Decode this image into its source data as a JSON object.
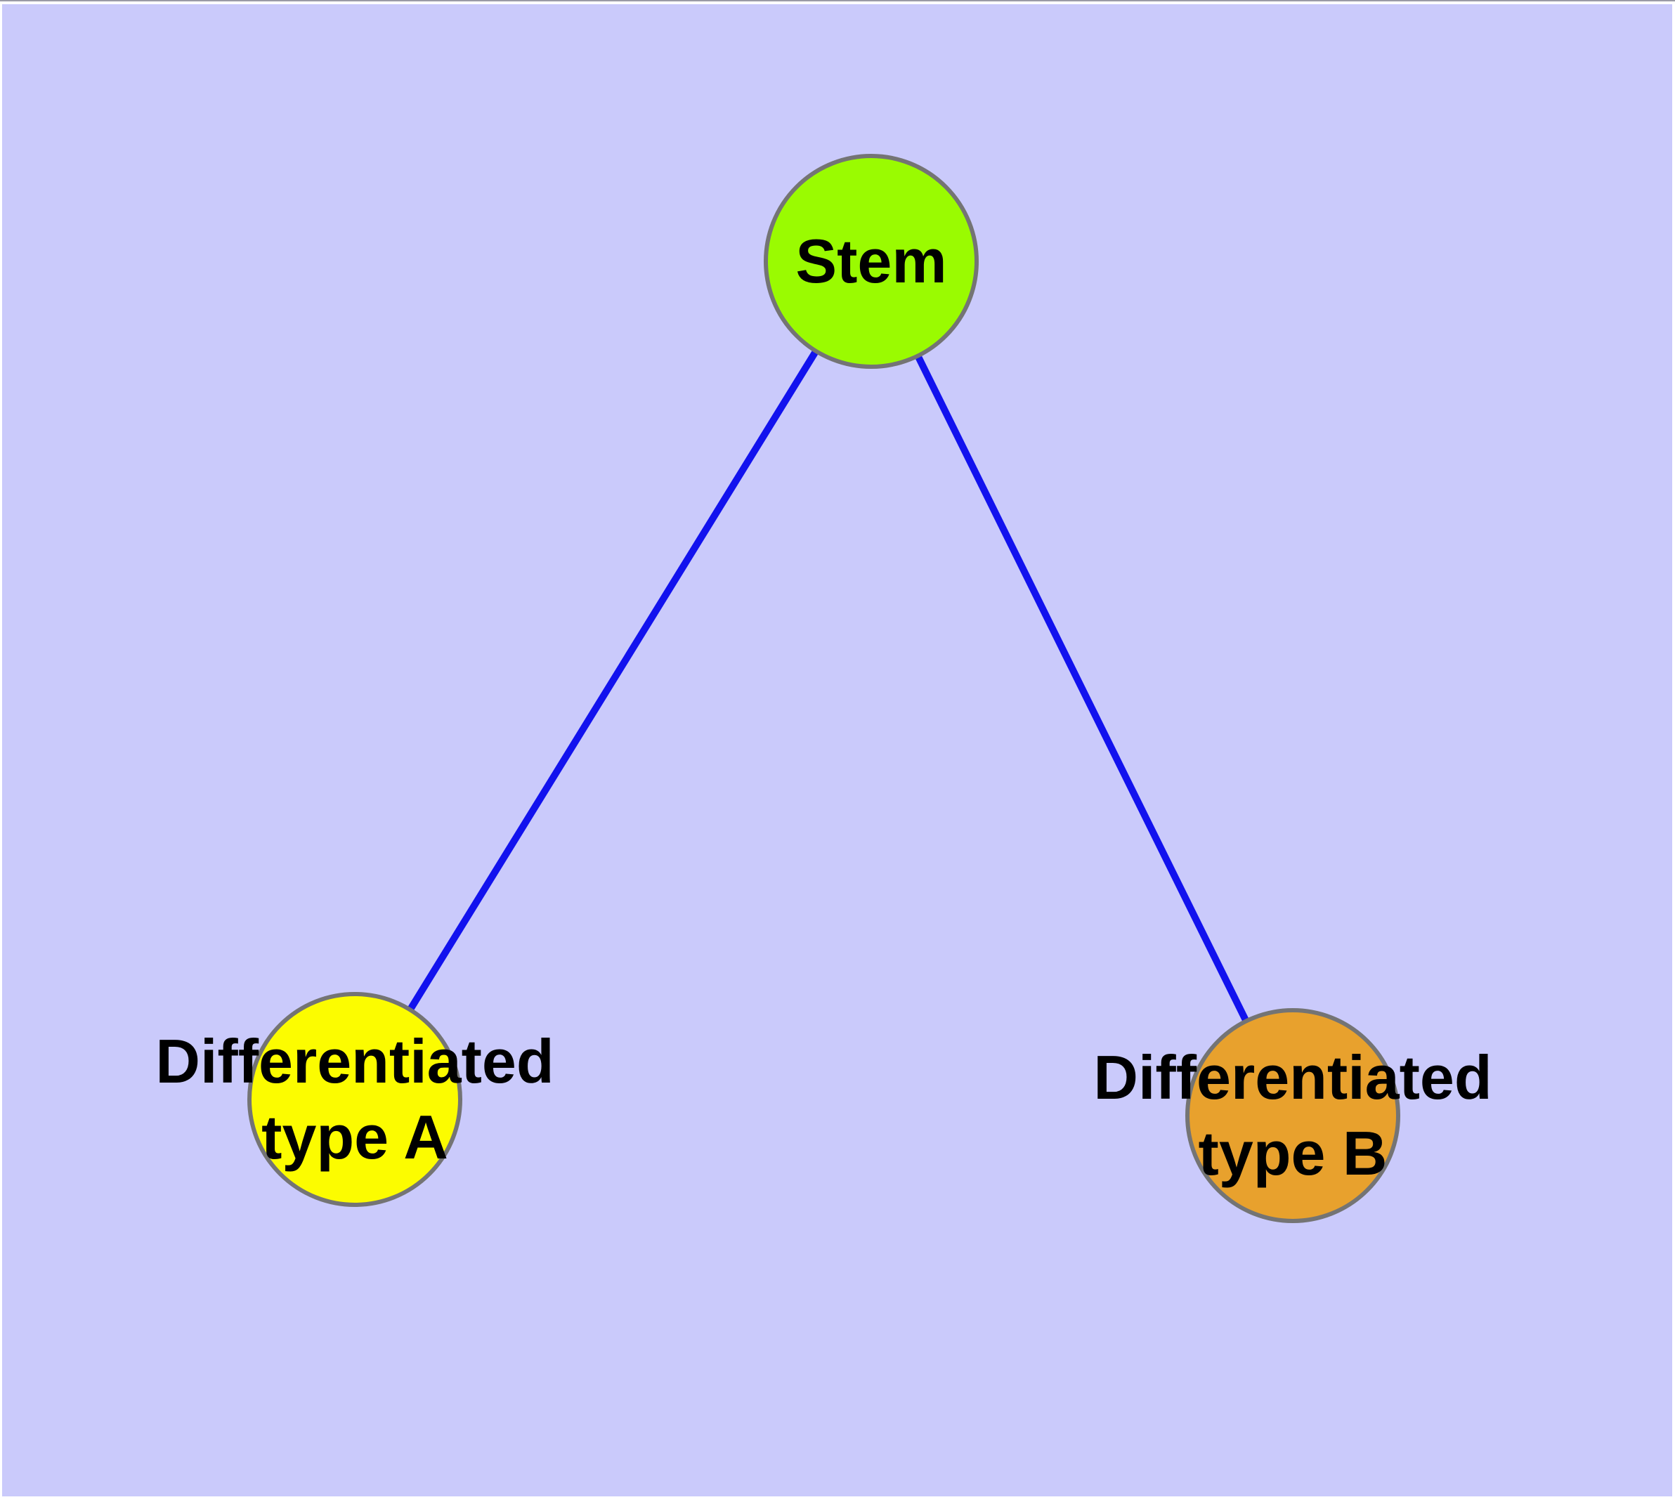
{
  "diagram": {
    "title": "",
    "background_color": "#CACAFB",
    "frame_color": "#FFFFFF",
    "edge_color": "#1212EE",
    "node_stroke_color": "#747474",
    "label_color": "#000000",
    "nodes": [
      {
        "id": "stem",
        "label": "Stem",
        "fill": "#9AFB01"
      },
      {
        "id": "differentiated-type-a",
        "label_line1": "Differentiated",
        "label_line2": "type A",
        "fill": "#FCFC00"
      },
      {
        "id": "differentiated-type-b",
        "label_line1": "Differentiated",
        "label_line2": "type B",
        "fill": "#E8A12D"
      }
    ],
    "edges": [
      {
        "from": "stem",
        "to": "differentiated-type-a"
      },
      {
        "from": "stem",
        "to": "differentiated-type-b"
      }
    ]
  }
}
